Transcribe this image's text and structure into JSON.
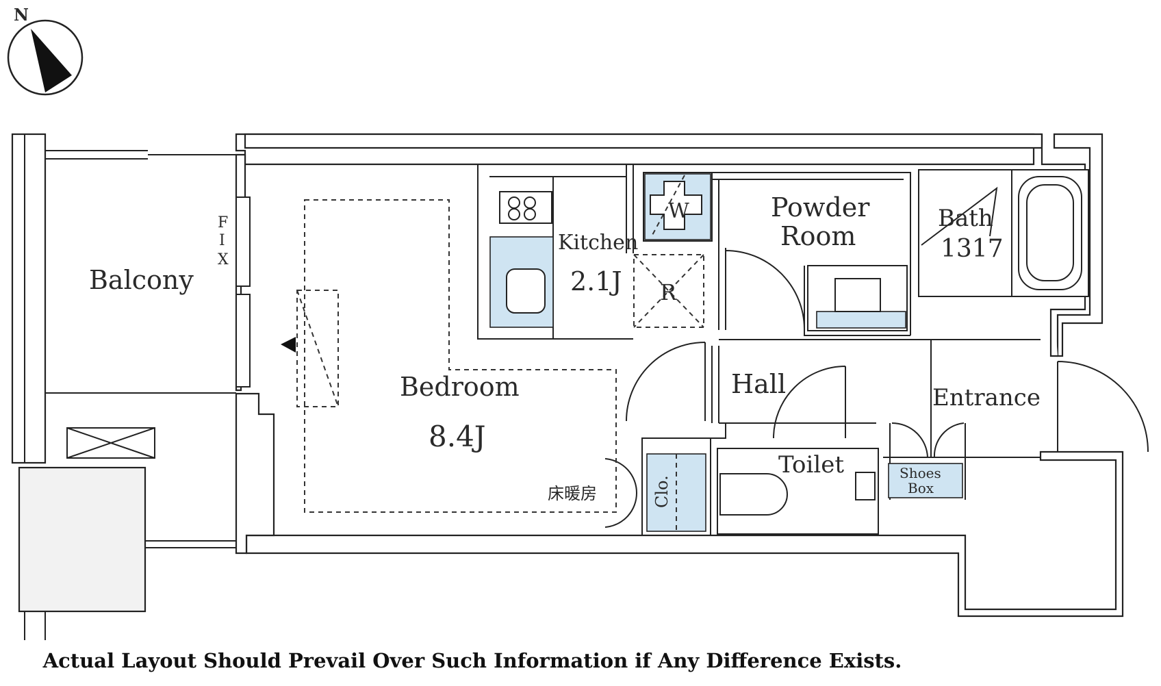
{
  "compass": {
    "letter": "N"
  },
  "rooms": {
    "balcony": "Balcony",
    "fix": [
      "F",
      "I",
      "X"
    ],
    "bedroom": "Bedroom",
    "bedroom_size": "8.4J",
    "kitchen": "Kitchen",
    "kitchen_size": "2.1J",
    "washer": "W",
    "fridge": "R",
    "powder_room_line1": "Powder",
    "powder_room_line2": "Room",
    "bath": "Bath",
    "bath_size": "1317",
    "hall": "Hall",
    "entrance": "Entrance",
    "toilet": "Toilet",
    "closet": "Clo.",
    "shoes_box_line1": "Shoes",
    "shoes_box_line2": "Box",
    "floor_heating": "床暖房"
  },
  "disclaimer": "Actual Layout Should Prevail Over Such Information if Any Difference Exists."
}
